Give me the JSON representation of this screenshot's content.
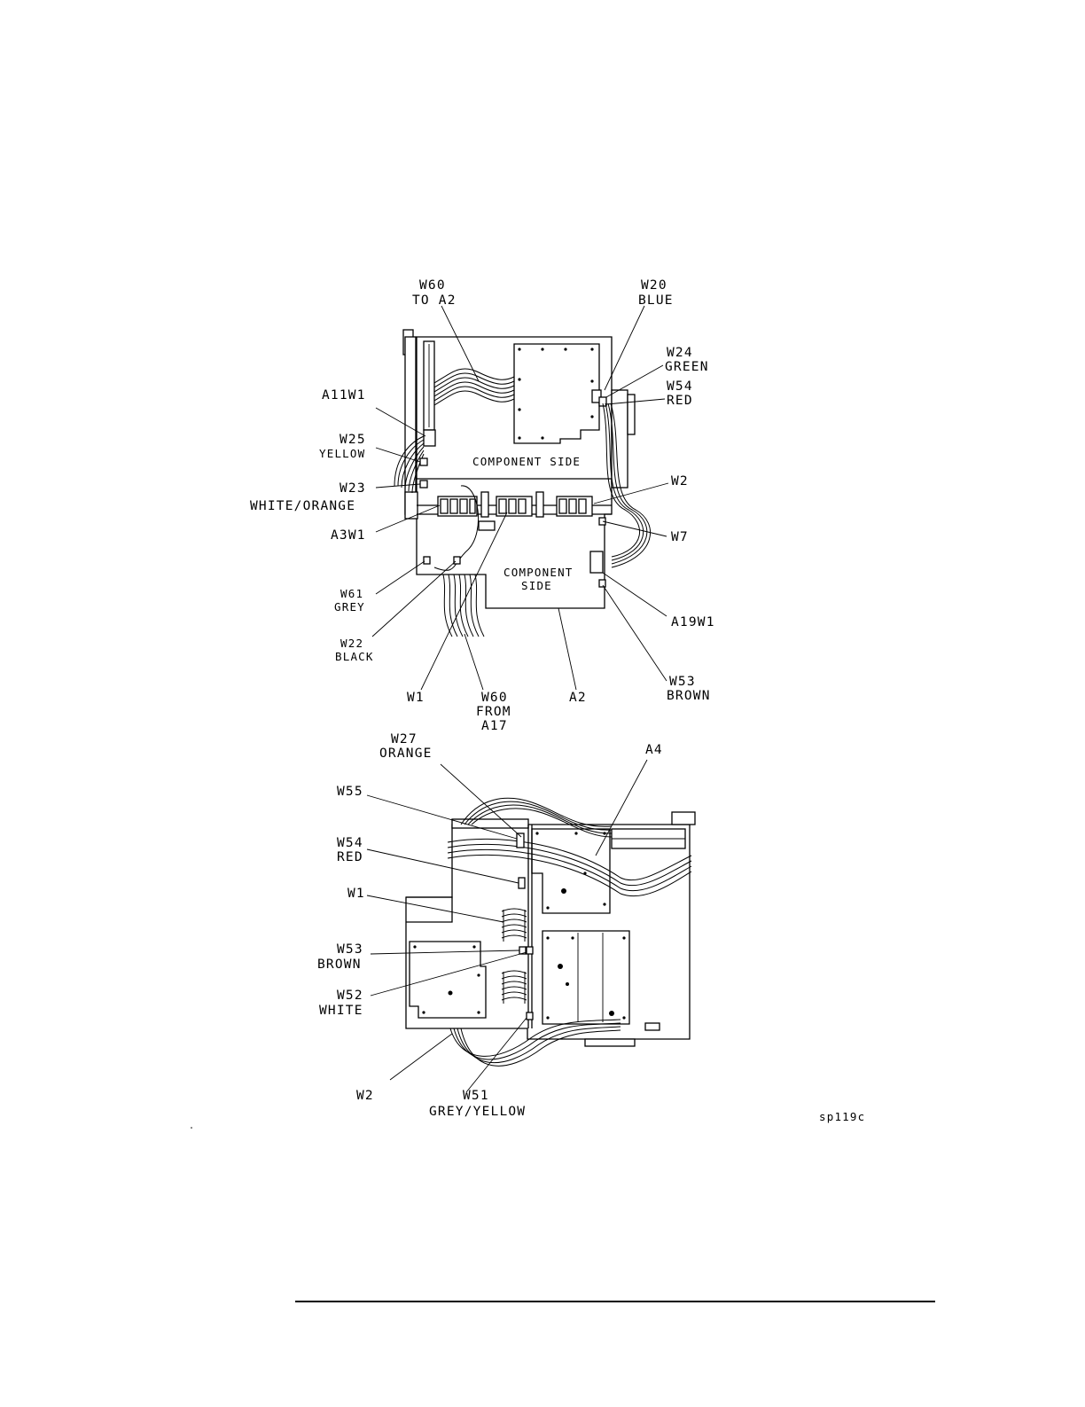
{
  "figure_id": "sp119c",
  "top_view": {
    "labels": {
      "w60_to_a2": "W60",
      "w60_to_a2_sub": "TO A2",
      "w20": "W20",
      "w20_sub": "BLUE",
      "w24": "W24",
      "w24_sub": "GREEN",
      "w54": "W54",
      "w54_sub": "RED",
      "a11w1": "A11W1",
      "w25": "W25",
      "w25_sub": "YELLOW",
      "w23": "W23",
      "w23_sub": "WHITE/ORANGE",
      "a3w1": "A3W1",
      "w61": "W61",
      "w61_sub": "GREY",
      "w22": "W22",
      "w22_sub": "BLACK",
      "w1": "W1",
      "w60_from_a17": "W60",
      "w60_from_a17_sub1": "FROM",
      "w60_from_a17_sub2": "A17",
      "a2": "A2",
      "w2": "W2",
      "w7": "W7",
      "a19w1": "A19W1",
      "w53": "W53",
      "w53_sub": "BROWN",
      "component_side_1": "COMPONENT SIDE",
      "component_side_2a": "COMPONENT",
      "component_side_2b": "SIDE"
    }
  },
  "bottom_view": {
    "labels": {
      "w27": "W27",
      "w27_sub": "ORANGE",
      "a4": "A4",
      "w55": "W55",
      "w54": "W54",
      "w54_sub": "RED",
      "w1": "W1",
      "w53": "W53",
      "w53_sub": "BROWN",
      "w52": "W52",
      "w52_sub": "WHITE",
      "w2": "W2",
      "w51": "W51",
      "w51_sub": "GREY/YELLOW"
    }
  }
}
